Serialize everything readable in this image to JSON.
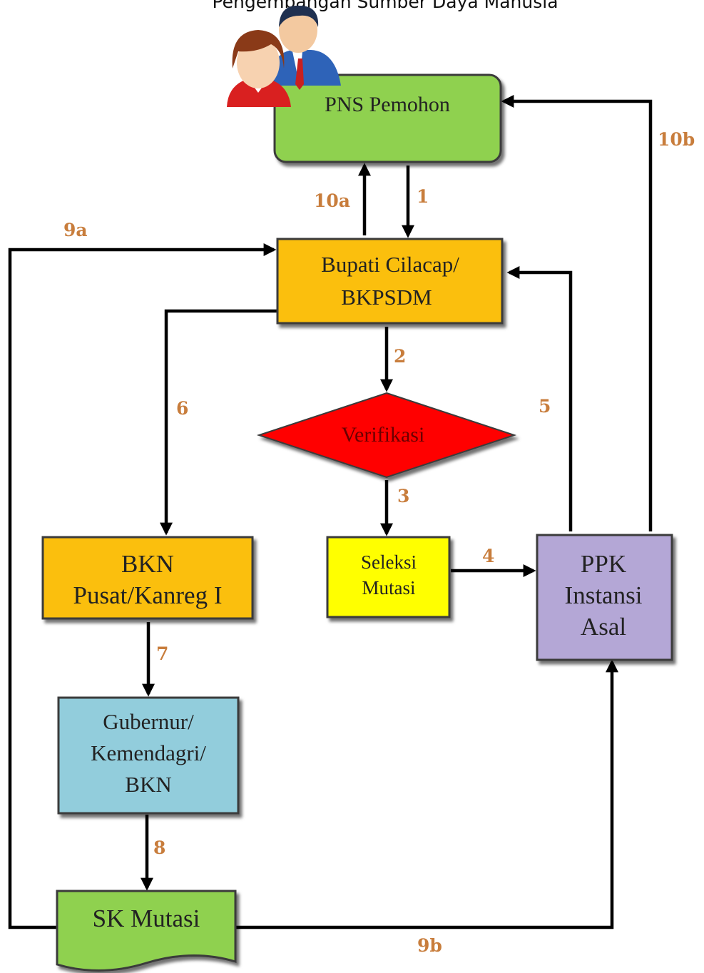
{
  "header": {
    "title": "Pengembangan Sumber Daya Manusia"
  },
  "nodes": {
    "pns": {
      "label": "PNS Pemohon",
      "color": "#8fd14f"
    },
    "bupati": {
      "line1": "Bupati Cilacap/",
      "line2": "BKPSDM",
      "color": "#fbbf0b"
    },
    "verifikasi": {
      "label": "Verifikasi",
      "color": "#ff0000"
    },
    "seleksi": {
      "line1": "Seleksi",
      "line2": "Mutasi",
      "color": "#ffff00"
    },
    "ppk": {
      "line1": "PPK",
      "line2": "Instansi",
      "line3": "Asal",
      "color": "#b4a7d6"
    },
    "bkn_pusat": {
      "line1": "BKN",
      "line2": "Pusat/Kanreg I",
      "color": "#fbbf0b"
    },
    "gubernur": {
      "line1": "Gubernur/",
      "line2": "Kemendagri/",
      "line3": "BKN",
      "color": "#92cddc"
    },
    "sk": {
      "label": "SK Mutasi",
      "color": "#8fd14f"
    }
  },
  "steps": {
    "s1": "1",
    "s2": "2",
    "s3": "3",
    "s4": "4",
    "s5": "5",
    "s6": "6",
    "s7": "7",
    "s8": "8",
    "s9a": "9a",
    "s9b": "9b",
    "s10a": "10a",
    "s10b": "10b"
  },
  "icons": [
    "people-icon"
  ]
}
